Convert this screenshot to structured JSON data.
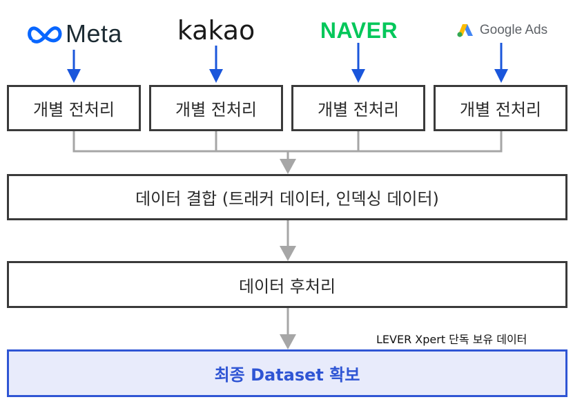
{
  "logos": {
    "meta": "Meta",
    "kakao": "kakao",
    "naver": "NAVER",
    "google_ads": "Google Ads"
  },
  "steps": {
    "individual_preprocess": [
      "개별 전처리",
      "개별 전처리",
      "개별 전처리",
      "개별 전처리"
    ],
    "merge": "데이터 결합 (트래커 데이터, 인덱싱 데이터)",
    "postprocess": "데이터 후처리",
    "final": "최종 Dataset 확보"
  },
  "note": "LEVER Xpert 단독 보유 데이터",
  "colors": {
    "meta_blue": "#0866ff",
    "kakao_text": "#1a1a1a",
    "naver_green": "#03c75a",
    "google_gray": "#5f6368",
    "arrow_blue": "#1a56db",
    "connector_gray": "#a6a6a6",
    "box_border": "#3a3a3a",
    "final_border": "#2f55d4",
    "final_fill": "#e8ebfb"
  }
}
